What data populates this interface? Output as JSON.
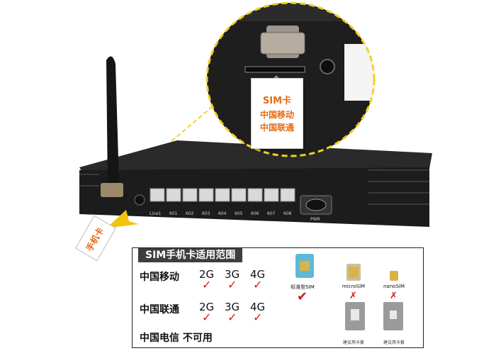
{
  "callout": {
    "lines": [
      "SIM卡",
      "中国移动",
      "中国联通"
    ]
  },
  "hand_card": {
    "label": "手机卡"
  },
  "device": {
    "ports": [
      "Line1",
      "601",
      "602",
      "603",
      "604",
      "605",
      "606",
      "607",
      "608"
    ],
    "power_label": "PWR"
  },
  "panel": {
    "title": "SIM手机卡适用范围",
    "rows": [
      {
        "operator": "中国移动",
        "generations": [
          "2G",
          "3G",
          "4G"
        ]
      },
      {
        "operator": "中国联通",
        "generations": [
          "2G",
          "3G",
          "4G"
        ]
      }
    ],
    "telecom_note": "中国电信 不可用",
    "sim_types": [
      {
        "label": "标准型SIM",
        "status": "check"
      },
      {
        "label": "microSIM",
        "status": "x"
      },
      {
        "label": "nanoSIM",
        "status": "x"
      }
    ],
    "adapter_caption": "建议用卡套",
    "colors": {
      "check": "#d11c1c",
      "callout": "#e46a12",
      "chip": "#d8b24a"
    }
  }
}
